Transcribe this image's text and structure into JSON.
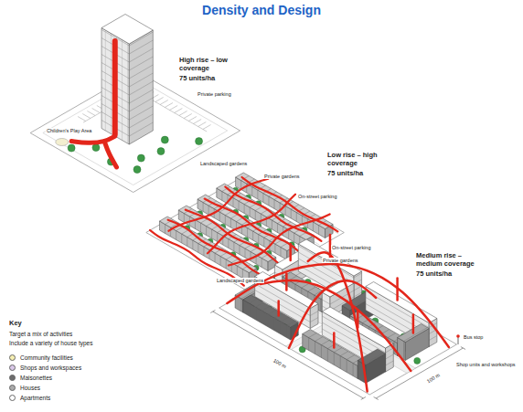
{
  "diagram": {
    "title": "Density and Design",
    "labels": [
      "High rise – low coverage",
      "75 units/ha",
      "Private parking",
      "Landscaped gardens",
      "Children's Play Area",
      "Low rise – high coverage",
      "75 units/ha",
      "Private gardens",
      "On-street parking",
      "On-street parking",
      "Medium rise – medium coverage",
      "75 units/ha",
      "Private gardens",
      "Landscaped gardens",
      "Bus stop",
      "Shop units and workshops",
      "100 m",
      "100 m",
      "Key",
      "Target a mix of activities",
      "Include a variety of house types"
    ],
    "legend": [
      {
        "text": "Community facilities",
        "color": "#f6efb2"
      },
      {
        "text": "Shops and workspaces",
        "color": "#d9c8e8"
      },
      {
        "text": "Maisonettes",
        "color": "#6d6d6d"
      },
      {
        "text": "Houses",
        "color": "#ababab"
      },
      {
        "text": "Apartments",
        "color": "#ffffff"
      }
    ]
  }
}
